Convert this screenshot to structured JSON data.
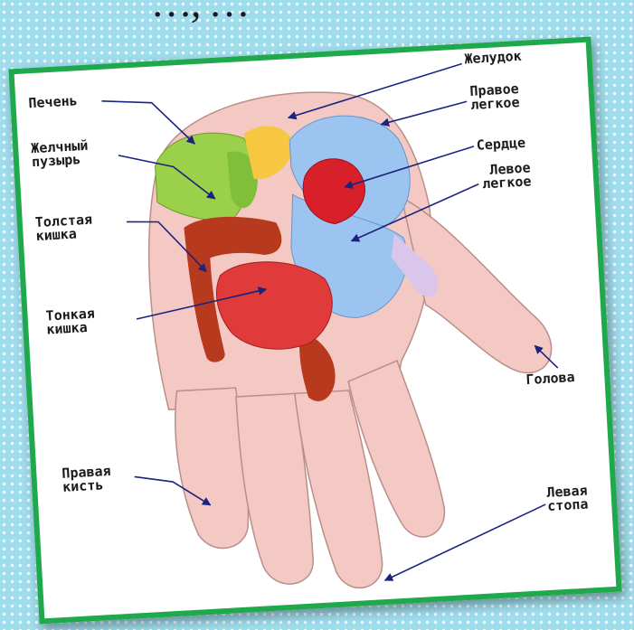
{
  "caption": "…, …",
  "labels": {
    "liver": "Печень",
    "gallbladder": "Желчный\nпузырь",
    "large_intestine": "Толстая\nкишка",
    "small_intestine": "Тонкая\nкишка",
    "right_hand": "Правая\nкисть",
    "stomach": "Желудок",
    "right_lung": "Правое\nлегкое",
    "heart": "Сердце",
    "left_lung": "Левое\nлегкое",
    "head": "Голова",
    "left_foot": "Левая\nстопа"
  },
  "colors": {
    "frame": "#1fa84c",
    "background": "#9fdcec",
    "skin": "#f4c9c4",
    "liver": "#9bd14a",
    "lung": "#9cc4f0",
    "heart": "#d8202a",
    "intestine": "#b83a1e"
  }
}
